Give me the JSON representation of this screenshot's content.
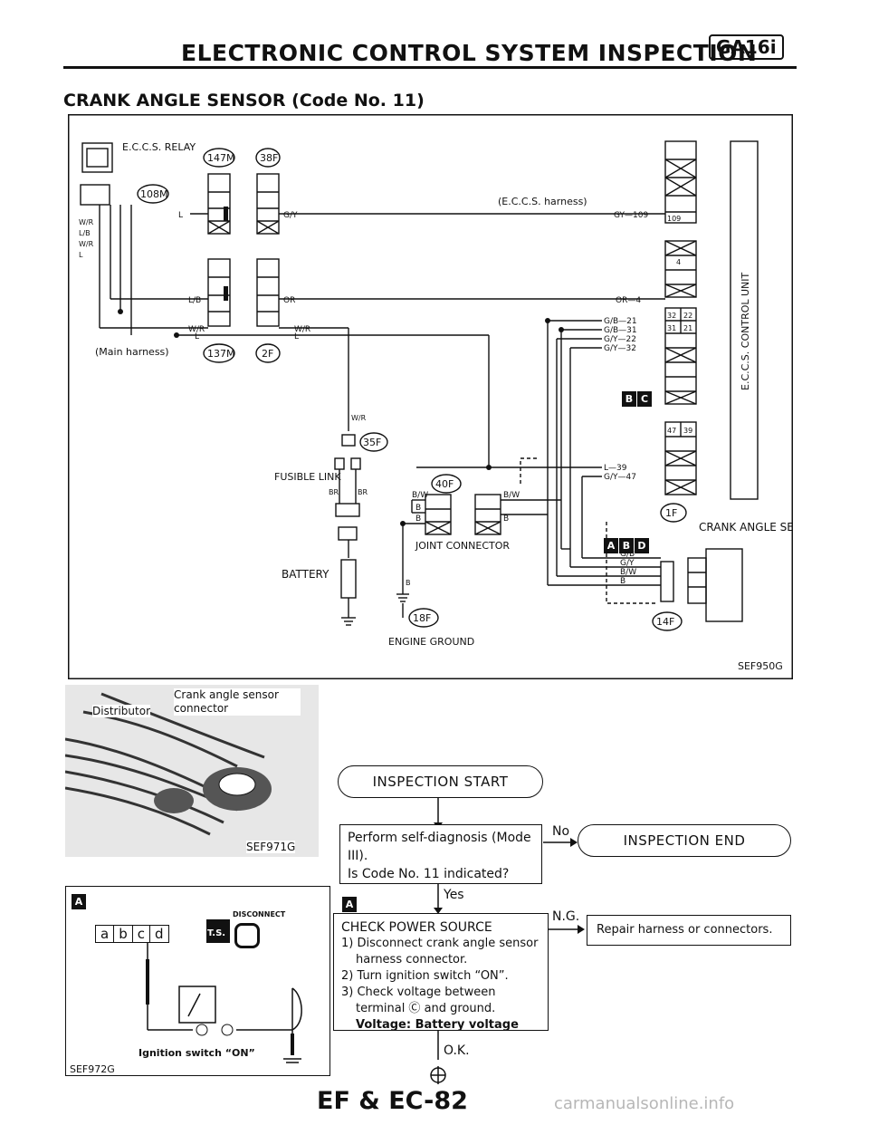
{
  "header": {
    "title": "ELECTRONIC CONTROL SYSTEM INSPECTION",
    "engine_code": "GA16i",
    "section_title": "CRANK ANGLE SENSOR (Code No. 11)"
  },
  "wiring_diagram": {
    "relay_label": "E.C.C.S. RELAY",
    "connectors": [
      "147M",
      "38F",
      "108M",
      "137M",
      "2F",
      "35F",
      "40F",
      "18F",
      "1F",
      "14F"
    ],
    "harness_ecc": "(E.C.C.S. harness)",
    "harness_main": "(Main harness)",
    "relay_wires": [
      "W/R",
      "L/B",
      "W/R",
      "L"
    ],
    "wire_labels": {
      "l": "L",
      "gy": "G/Y",
      "gy109": "GY—109",
      "lb": "L/B",
      "or": "OR",
      "or4": "OR—4",
      "wr": "W/R",
      "wr2": "W/R",
      "l2": "L",
      "l2b": "L",
      "gb21": "G/B—21",
      "gb31": "G/B—31",
      "gy22": "G/Y—22",
      "gy32": "G/Y—32",
      "l39": "L—39",
      "gy47": "G/Y—47",
      "bw1": "B/W",
      "b1": "B",
      "b2": "B",
      "bw2": "B/W",
      "b3": "B",
      "br1": "BR",
      "br2": "BR",
      "wr3": "W/R",
      "b4": "B",
      "gb": "G/B",
      "bw": "B/W",
      "b": "B"
    },
    "ecu_pins": [
      "109",
      "4",
      "32",
      "22",
      "31",
      "21",
      "47",
      "39"
    ],
    "badges_bc": [
      "B",
      "C"
    ],
    "badges_abd": [
      "A",
      "B",
      "D"
    ],
    "fusible_link": "FUSIBLE LINK",
    "battery": "BATTERY",
    "joint_connector": "JOINT CONNECTOR",
    "engine_ground": "ENGINE GROUND",
    "ecu_label": "E.C.C.S. CONTROL UNIT",
    "sensor_label": "CRANK ANGLE SENSOR",
    "figure_id": "SEF950G"
  },
  "photo": {
    "label_sensor": "Crank angle sensor connector",
    "label_distributor": "Distributor",
    "figure_id": "SEF971G"
  },
  "inset": {
    "badge": "A",
    "pins": [
      "a",
      "b",
      "c",
      "d"
    ],
    "disconnect": "DISCONNECT",
    "ts": "T.S.",
    "switch_note": "Ignition switch “ON”",
    "figure_id": "SEF972G"
  },
  "flowchart": {
    "start": "INSPECTION START",
    "step1": {
      "line1": "Perform self-diagnosis (Mode",
      "line2": "III).",
      "line3": "Is Code No. 11 indicated?"
    },
    "no_label": "No",
    "end": "INSPECTION END",
    "yes_label": "Yes",
    "badge": "A",
    "step2": {
      "title": "CHECK POWER SOURCE",
      "item1": "1) Disconnect crank angle sensor",
      "item1b": "harness connector.",
      "item2": "2) Turn ignition switch “ON”.",
      "item3": "3) Check voltage between",
      "item3b": "terminal Ⓒ and ground.",
      "voltage": "Voltage: Battery voltage"
    },
    "ng_label": "N.G.",
    "repair": "Repair harness or connectors.",
    "ok_label": "O.K."
  },
  "footer": {
    "page": "EF & EC-82",
    "watermark": "carmanualsonline.info"
  }
}
